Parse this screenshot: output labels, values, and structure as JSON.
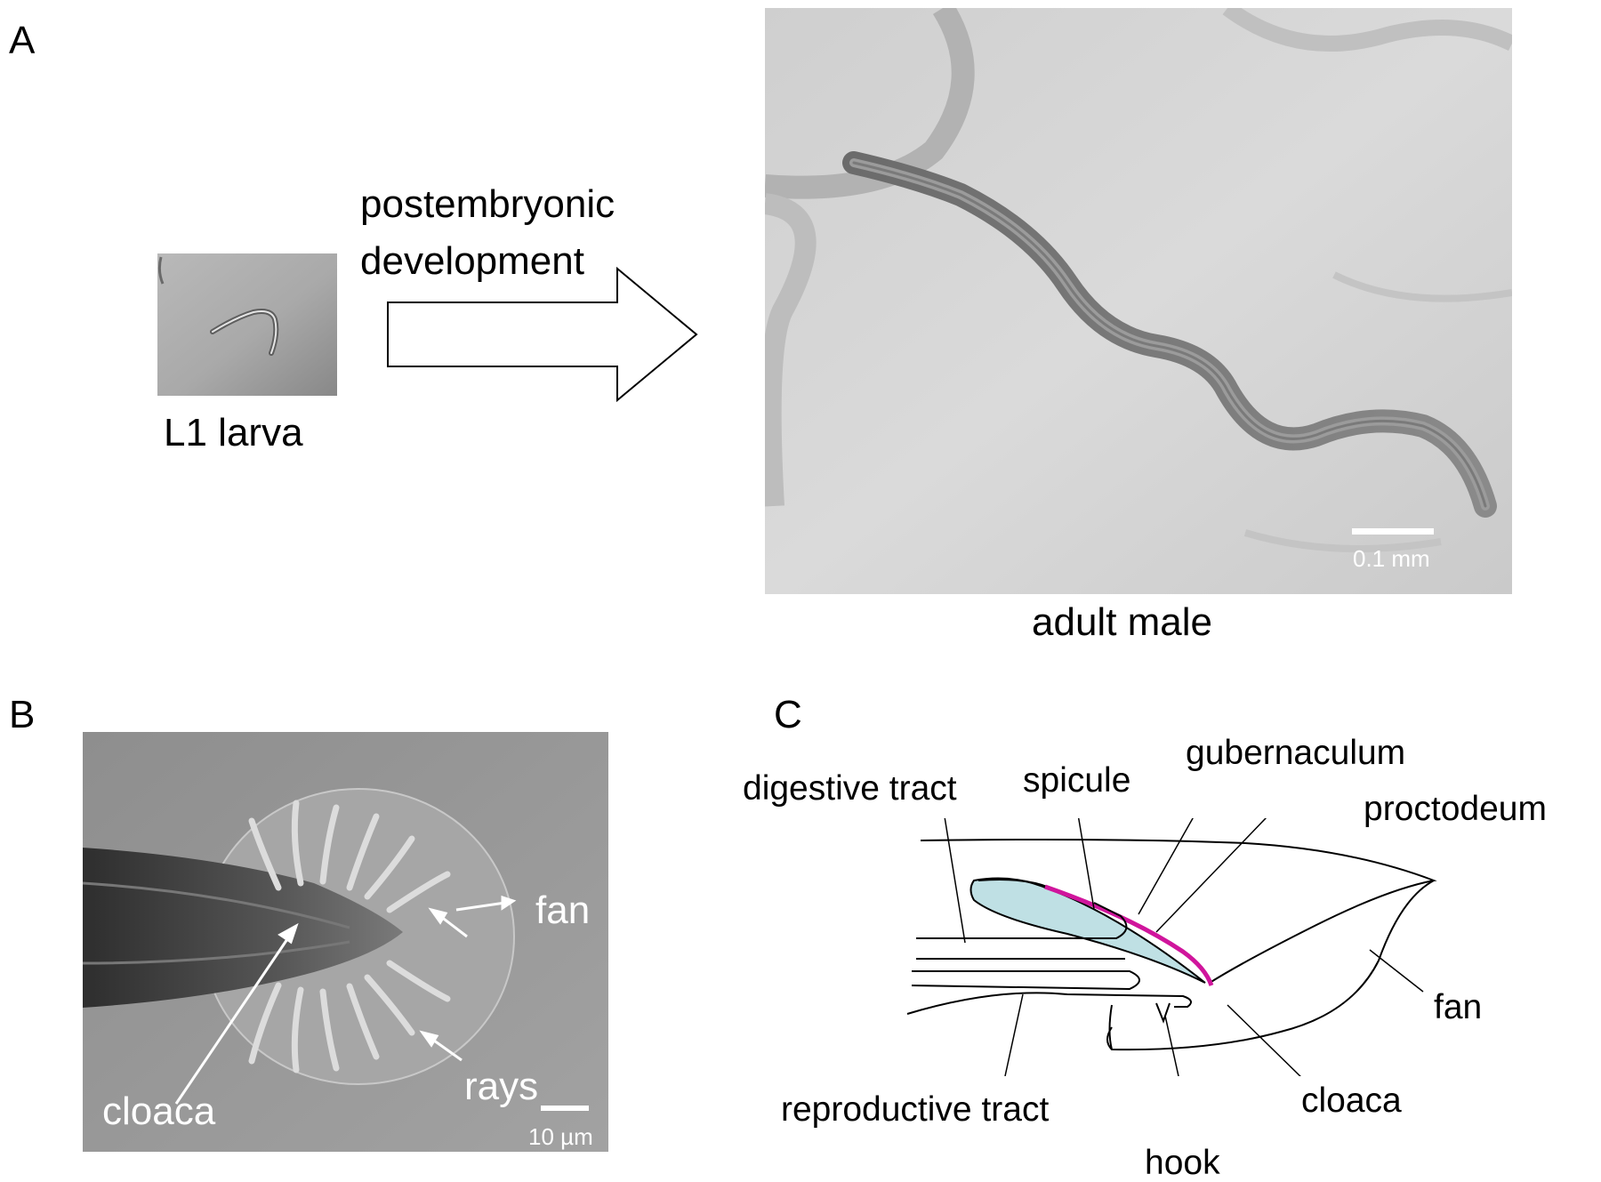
{
  "panels": {
    "a": "A",
    "b": "B",
    "c": "C"
  },
  "panel_a": {
    "arrow_text_line1": "postembryonic",
    "arrow_text_line2": "development",
    "larva_caption": "L1 larva",
    "adult_caption": "adult male",
    "scale_label": "0.1 mm"
  },
  "panel_b": {
    "fan": "fan",
    "cloaca": "cloaca",
    "rays": "rays",
    "scale_label": "10 µm"
  },
  "panel_c": {
    "digestive_tract": "digestive tract",
    "spicule": "spicule",
    "gubernaculum": "gubernaculum",
    "proctodeum": "proctodeum",
    "fan": "fan",
    "cloaca": "cloaca",
    "reproductive_tract": "reproductive tract",
    "hook": "hook"
  },
  "colors": {
    "spicule_fill": "#bfe0e4",
    "gubernaculum_stroke": "#d0159c"
  }
}
